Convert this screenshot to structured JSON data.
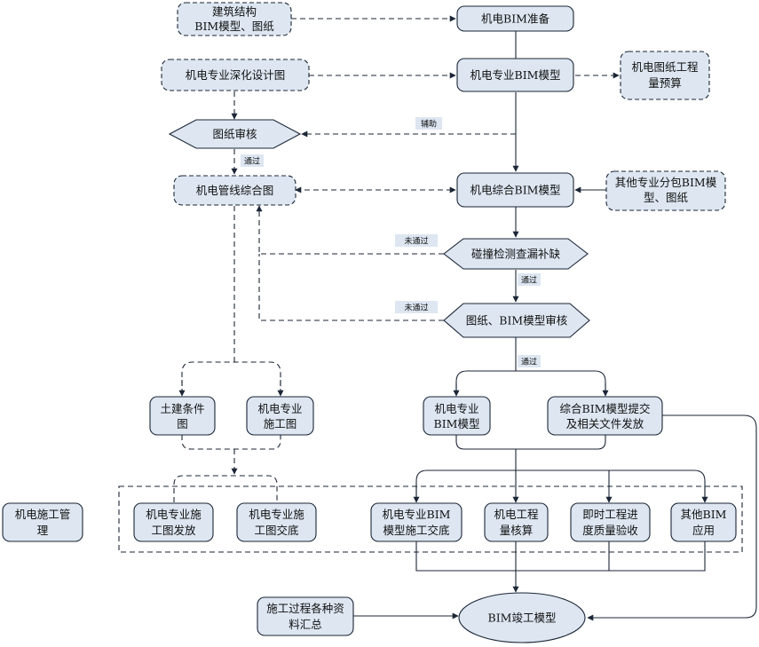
{
  "colors": {
    "node_fill": "#dde6f1",
    "stroke": "#1b2636",
    "label_fill": "#dde6f1"
  },
  "nodes": {
    "prep": "机电BIM准备",
    "arch_model": [
      "建筑结构",
      "BIM模型、图纸"
    ],
    "deepen_design": "机电专业深化设计图",
    "mep_model": "机电专业BIM模型",
    "quantity_budget": [
      "机电图纸工程",
      "量预算"
    ],
    "drawing_review": "图纸审核",
    "pipe_drawing": "机电管线综合图",
    "combined_model": "机电综合BIM模型",
    "other_models": [
      "其他专业分包BIM模",
      "型、图纸"
    ],
    "clash_check": "碰撞检测查漏补缺",
    "model_review": "图纸、BIM模型审核",
    "civil_drawing": [
      "土建条件",
      "图"
    ],
    "construction_drawing": [
      "机电专业",
      "施工图"
    ],
    "mep_bim_model": [
      "机电专业",
      "BIM模型"
    ],
    "submit_model": [
      "综合BIM模型提交",
      "及相关文件发放"
    ],
    "mgmt": [
      "机电施工管",
      "理"
    ],
    "issue_drawing": [
      "机电专业施",
      "工图发放"
    ],
    "handover_drawing": [
      "机电专业施",
      "工图交底"
    ],
    "bim_handover": [
      "机电专业BIM",
      "模型施工交底"
    ],
    "quantity_check": [
      "机电工程",
      "量核算"
    ],
    "progress_check": [
      "即时工程进",
      "度质量验收"
    ],
    "other_bim": [
      "其他BIM",
      "应用"
    ],
    "process_data": [
      "施工过程各种资",
      "料汇总"
    ],
    "as_built": "BIM竣工模型"
  },
  "edge_labels": {
    "assist": "辅助",
    "pass1": "通过",
    "fail1": "未通过",
    "pass2": "通过",
    "fail2": "未通过",
    "pass3": "通过"
  }
}
